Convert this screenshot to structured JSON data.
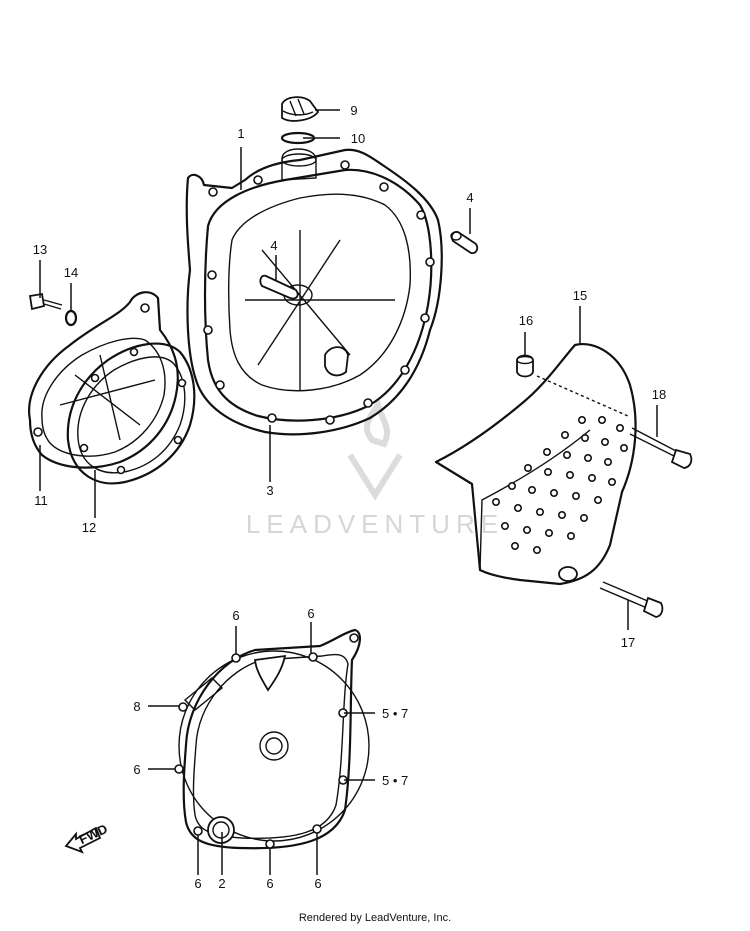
{
  "watermark": {
    "brand": "LEADVENTURE"
  },
  "footer": {
    "text": "Rendered by LeadVenture, Inc."
  },
  "fwd_label": "FWD",
  "callouts": [
    {
      "id": "c1",
      "label": "1"
    },
    {
      "id": "c2",
      "label": "2"
    },
    {
      "id": "c3",
      "label": "3"
    },
    {
      "id": "c4a",
      "label": "4"
    },
    {
      "id": "c4b",
      "label": "4"
    },
    {
      "id": "c5a",
      "label": "5 • 7"
    },
    {
      "id": "c5b",
      "label": "5 • 7"
    },
    {
      "id": "c6a",
      "label": "6"
    },
    {
      "id": "c6b",
      "label": "6"
    },
    {
      "id": "c6c",
      "label": "6"
    },
    {
      "id": "c6d",
      "label": "6"
    },
    {
      "id": "c6e",
      "label": "6"
    },
    {
      "id": "c6f",
      "label": "6"
    },
    {
      "id": "c8",
      "label": "8"
    },
    {
      "id": "c9",
      "label": "9"
    },
    {
      "id": "c10",
      "label": "10"
    },
    {
      "id": "c11",
      "label": "11"
    },
    {
      "id": "c12",
      "label": "12"
    },
    {
      "id": "c13",
      "label": "13"
    },
    {
      "id": "c14",
      "label": "14"
    },
    {
      "id": "c15",
      "label": "15"
    },
    {
      "id": "c16",
      "label": "16"
    },
    {
      "id": "c17",
      "label": "17"
    },
    {
      "id": "c18",
      "label": "18"
    }
  ]
}
